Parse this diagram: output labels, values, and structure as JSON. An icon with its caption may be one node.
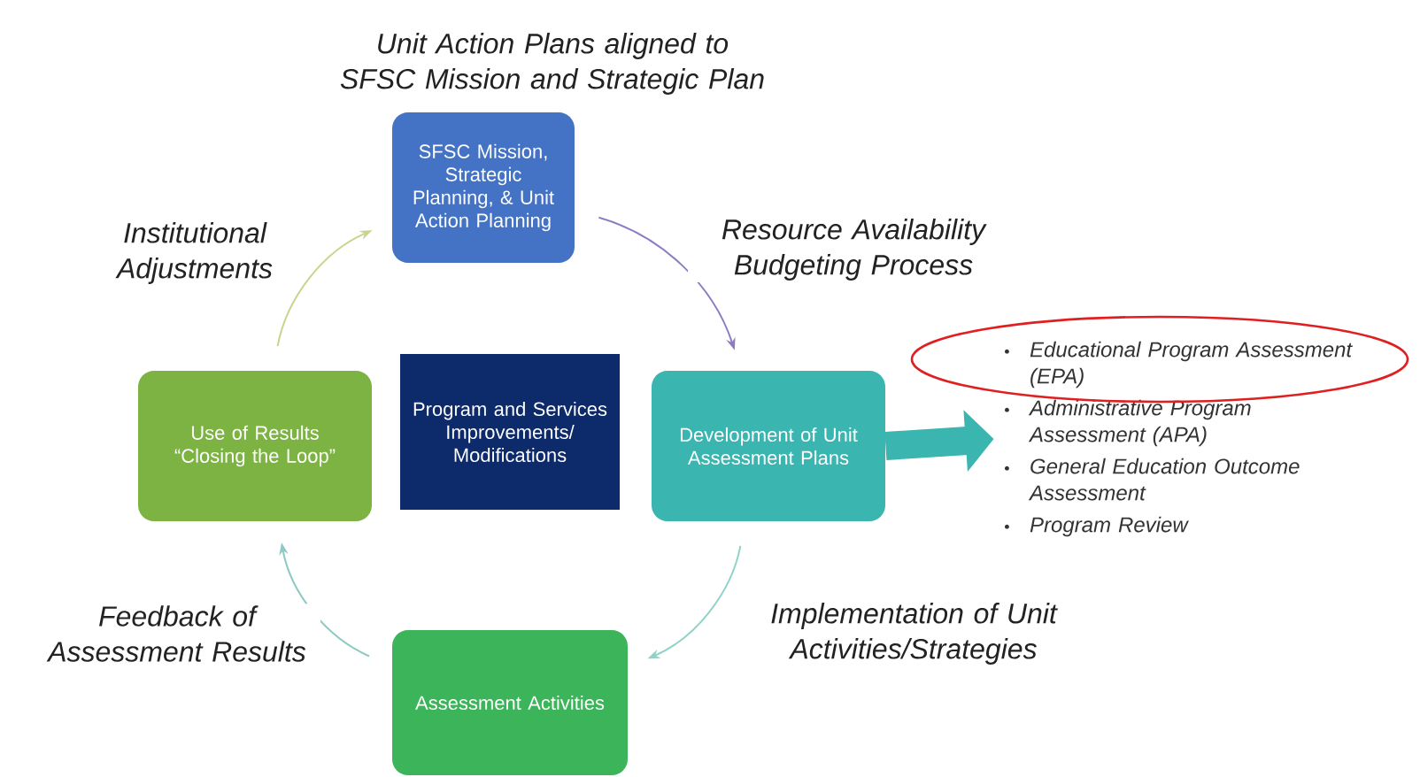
{
  "diagram": {
    "nodes": [
      {
        "text": [
          "SFSC Mission, Strategic Planning, & Unit Action Planning"
        ],
        "beside": [
          "Unit Action Plans aligned to SFSC Mission and Strategic Plan"
        ]
      },
      {
        "text": [
          "Use of Results “Closing the Loop”"
        ]
      },
      {
        "text": [
          "Program and Services Improvements/ Modifications"
        ]
      },
      {
        "text": [
          "Development of Unit Assessment Plans"
        ]
      },
      {
        "text": [
          "Assessment Activities"
        ]
      },
      {
        "text": [
          "Educational Program Assessment (EPA)",
          "Administrative Program Assessment (APA)",
          "General Education Outcome Assessment",
          "Program Review"
        ]
      }
    ],
    "edges": [
      {
        "from": 0,
        "to": 3,
        "arrow": "to",
        "label": "Resource Availability Budgeting Process",
        "color": "#8e7cc3"
      },
      {
        "from": 3,
        "to": 4,
        "arrow": "to",
        "label": "Implementation of Unit Activities/Strategies",
        "color": "#8fd3c8"
      },
      {
        "from": 4,
        "to": 1,
        "arrow": "to",
        "label": "Feedback of Assessment Results",
        "color": "#8fc9c4"
      },
      {
        "from": 1,
        "to": 0,
        "arrow": "to",
        "label": "Institutional Adjustments",
        "color": "#c9d48e"
      },
      {
        "from": 3,
        "to": 5,
        "arrow": "to",
        "style": "thick",
        "color": "#3ab5b0"
      }
    ]
  }
}
